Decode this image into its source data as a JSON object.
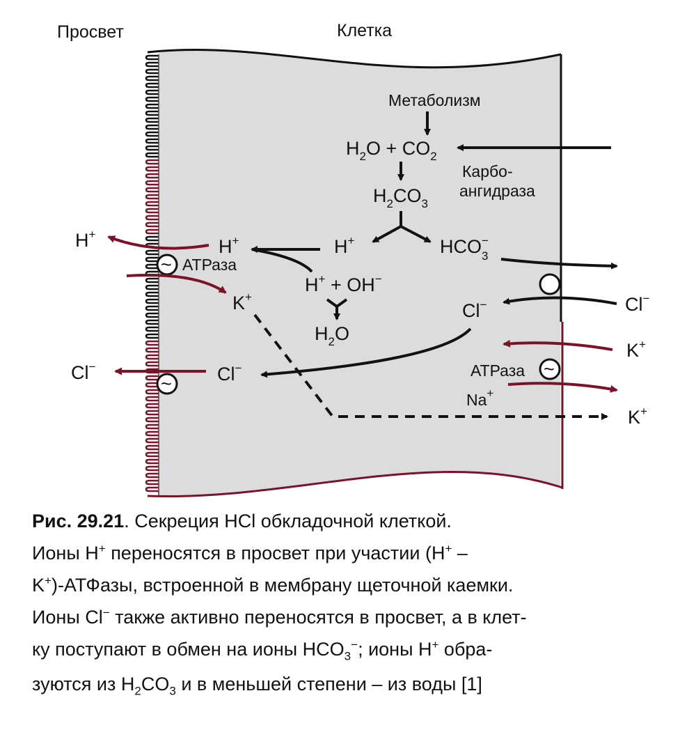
{
  "header": {
    "lumen": "Просвет",
    "cell": "Клетка"
  },
  "labels": {
    "metabolism": "Метаболизм",
    "carbo1": "Карбо-",
    "carbo2": "ангидраза",
    "atpase": "АТРаза",
    "na": "Na"
  },
  "caption": {
    "fig": "Рис. 29.21",
    "l1": ". Секреция   HCl   обкладочной   клеткой.",
    "l2a": "Ионы H",
    "l2b": " переносятся в просвет при участии (H",
    "l3a": "K",
    "l3b": ")-АТФазы, встроенной в мембрану щеточной каемки.",
    "l4a": "Ионы Cl",
    "l4b": " также активно переносятся в просвет, а в клет-",
    "l5a": "ку поступают в обмен на ионы HCO",
    "l5b": "; ионы H",
    "l5c": " обра-",
    "l6a": "зуются из H",
    "l6b": "CO",
    "l6c": " и в меньшей степени – из воды [1]"
  },
  "colors": {
    "cell": "#dcdcdc",
    "red": "#7a1228",
    "black": "#111111"
  },
  "icons": {
    "atpase_symbol": "~"
  }
}
